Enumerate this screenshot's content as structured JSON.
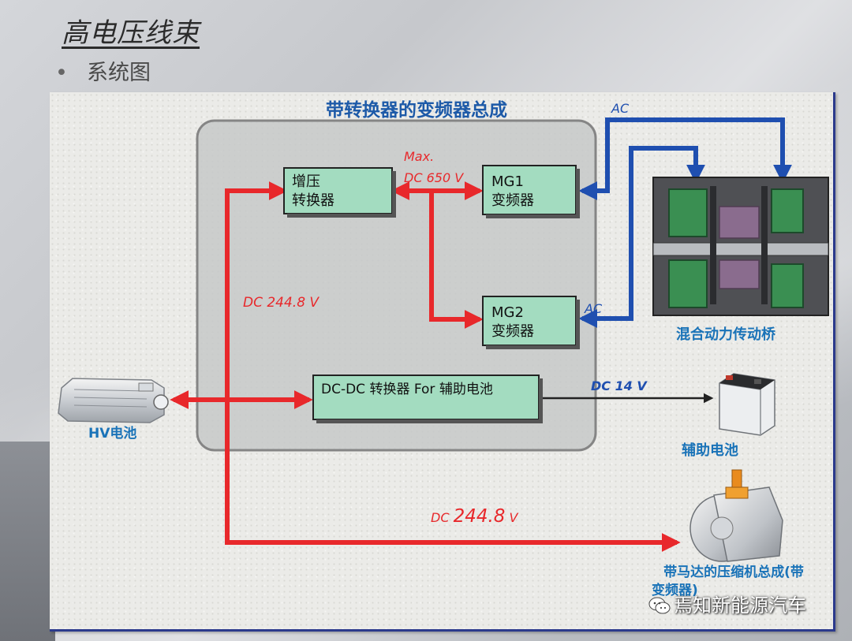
{
  "page": {
    "title": "高电压线束",
    "bullet": "系统图"
  },
  "diagram": {
    "assembly_title": "带转换器的变频器总成",
    "boost": {
      "line1": "增压",
      "line2": "转换器"
    },
    "mg1": {
      "line1": "MG1",
      "line2": "变频器"
    },
    "mg2": {
      "line1": "MG2",
      "line2": "变频器"
    },
    "dcdc": "DC-DC 转换器 For 辅助电池",
    "max_label": "Max.",
    "dc650": "DC 650 V",
    "dc2448_left": "DC 244.8 V",
    "dc2448_bottom_prefix": "DC ",
    "dc2448_bottom_value": "244.8",
    "dc2448_bottom_unit": " V",
    "ac_top": "AC",
    "ac_mid": "AC",
    "dc14": "DC 14 V",
    "hv_battery": "HV电池",
    "transaxle": "混合动力传动桥",
    "aux_battery": "辅助电池",
    "compressor_line1": "带马达的压缩机总成(带",
    "compressor_line2": "变频器)",
    "colors": {
      "red": "#e8282b",
      "blue": "#1f4fb0",
      "box_fill": "#a3dcc0",
      "title_blue": "#1d5aa8",
      "label_blue": "#1a73b8"
    }
  },
  "watermark": "焉知新能源汽车"
}
